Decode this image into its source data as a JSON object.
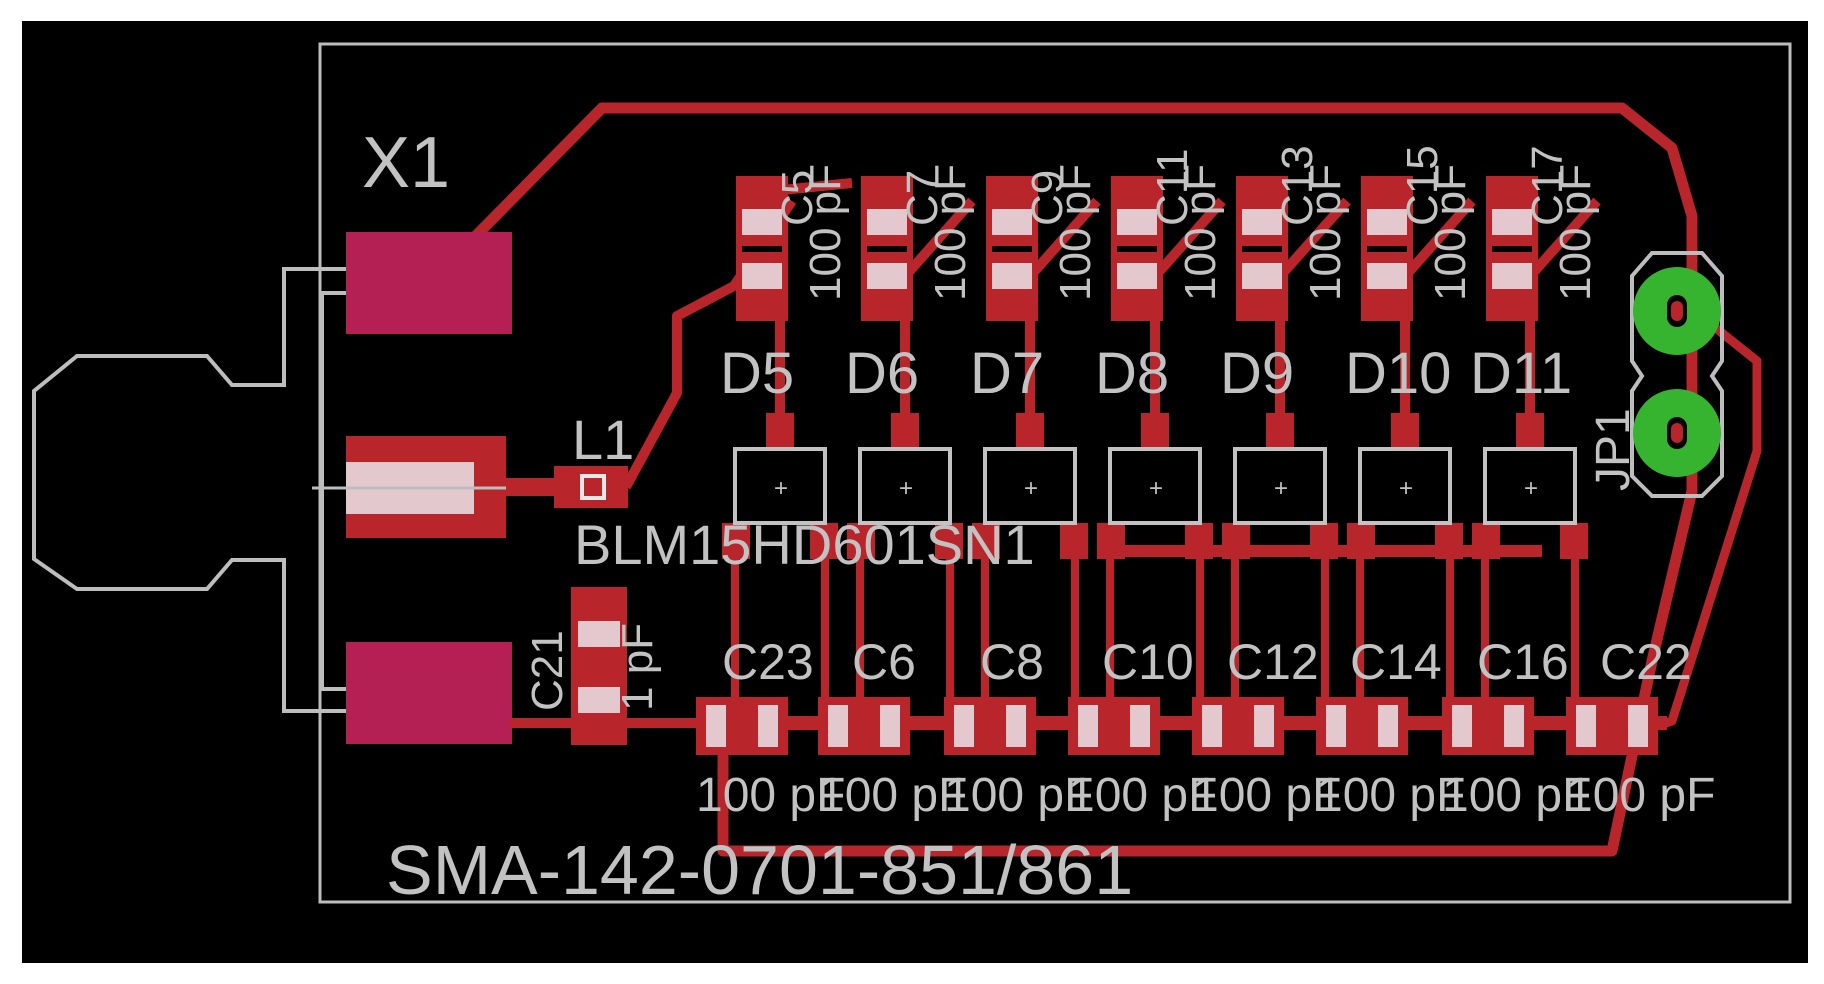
{
  "colors": {
    "background": "#000000",
    "page": "#ffffff",
    "copper": "#b8262c",
    "silkscreen": "#c2c2c2",
    "smd_pad": "#b41f54",
    "through_hole": "#37b42f",
    "outline": "#bdbdbd"
  },
  "connector": {
    "ref": "X1",
    "part": "SMA-142-0701-851/861"
  },
  "ferrite": {
    "ref": "L1",
    "part": "BLM15HD601SN1"
  },
  "cap_c21": {
    "ref": "C21",
    "value": "1 pF"
  },
  "diodes": [
    "D5",
    "D6",
    "D7",
    "D8",
    "D9",
    "D10",
    "D11"
  ],
  "upper_caps": {
    "refs": [
      "C5",
      "C7",
      "C9",
      "C11",
      "C13",
      "C15",
      "C17"
    ],
    "values": [
      "100 pF",
      "100 pF",
      "100 pF",
      "100 pF",
      "100 pF",
      "100 pF",
      "100 pF"
    ]
  },
  "lower_caps": {
    "refs": [
      "C23",
      "C6",
      "C8",
      "C10",
      "C12",
      "C14",
      "C16",
      "C22"
    ],
    "values": [
      "100 pF",
      "100 pF",
      "100 pF",
      "100 pF",
      "100 pF",
      "100 pF",
      "100 pF",
      "100 pF"
    ]
  },
  "jumper": {
    "ref": "JP1"
  }
}
